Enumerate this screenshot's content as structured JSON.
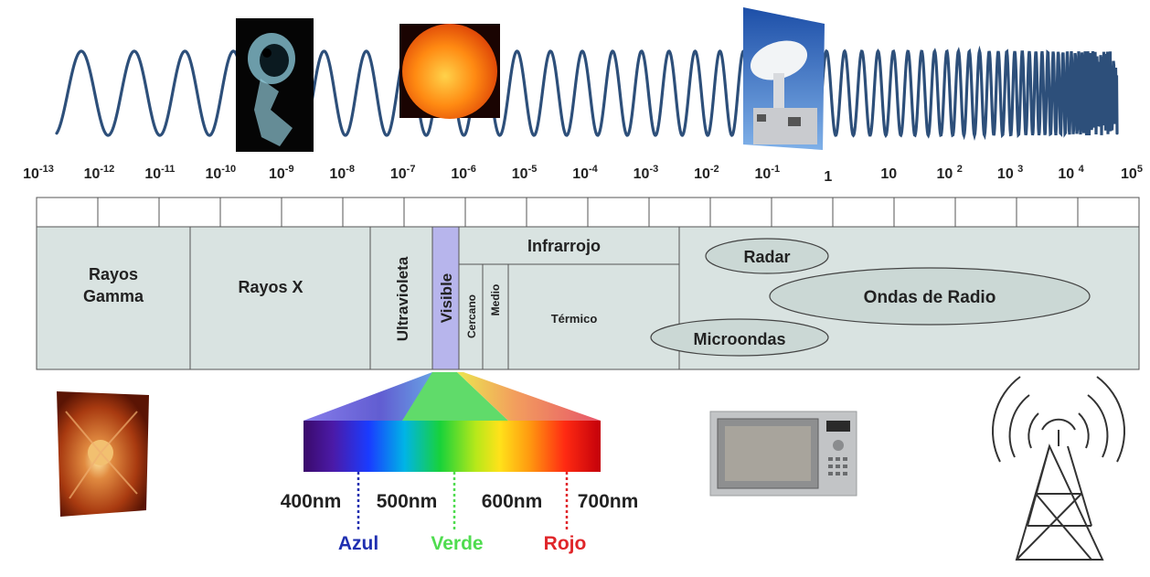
{
  "axis": {
    "ticks": [
      {
        "base": "10",
        "exp": "-13"
      },
      {
        "base": "10",
        "exp": "-12"
      },
      {
        "base": "10",
        "exp": "-11"
      },
      {
        "base": "10",
        "exp": "-10"
      },
      {
        "base": "10",
        "exp": "-9"
      },
      {
        "base": "10",
        "exp": "-8"
      },
      {
        "base": "10",
        "exp": "-7"
      },
      {
        "base": "10",
        "exp": "-6"
      },
      {
        "base": "10",
        "exp": "-5"
      },
      {
        "base": "10",
        "exp": "-4"
      },
      {
        "base": "10",
        "exp": "-3"
      },
      {
        "base": "10",
        "exp": "-2"
      },
      {
        "base": "10",
        "exp": "-1"
      },
      {
        "base": "1",
        "exp": ""
      },
      {
        "base": "10",
        "exp": ""
      },
      {
        "base": "10 ",
        "exp": "2"
      },
      {
        "base": "10 ",
        "exp": "3"
      },
      {
        "base": "10 ",
        "exp": "4"
      },
      {
        "base": "10",
        "exp": "5"
      }
    ]
  },
  "bands": {
    "gamma_line1": "Rayos",
    "gamma_line2": "Gamma",
    "xray": "Rayos X",
    "uv": "Ultravioleta",
    "visible": "Visible",
    "infrared": "Infrarrojo",
    "ir_near": "Cercano",
    "ir_mid": "Medio",
    "ir_thermal": "Térmico",
    "radar": "Radar",
    "radio": "Ondas de Radio",
    "microwave": "Microondas"
  },
  "spectrum": {
    "wl_400": "400nm",
    "wl_500": "500nm",
    "wl_600": "600nm",
    "wl_700": "700nm",
    "blue": "Azul",
    "green": "Verde",
    "red": "Rojo"
  },
  "colors": {
    "band_fill": "#d9e3e1",
    "visible_fill": "#b7b5ec",
    "wave": "#2d4f7a",
    "blue": "#1f2fb0",
    "green": "#4fdc4f",
    "red": "#e0262a"
  },
  "icons": [
    "skull-xray-photo-icon",
    "sun-photo-icon",
    "radio-telescope-photo-icon",
    "gamma-burst-photo-icon",
    "microwave-oven-icon",
    "radio-tower-icon"
  ]
}
